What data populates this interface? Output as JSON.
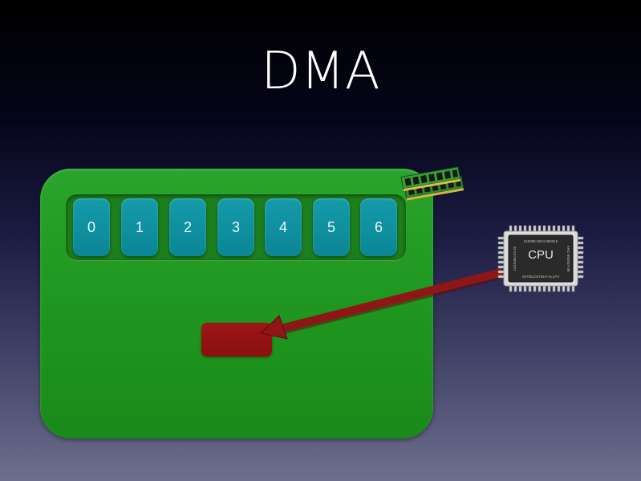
{
  "slide": {
    "title": "DMA"
  },
  "memory": {
    "cells": [
      "0",
      "1",
      "2",
      "3",
      "4",
      "5",
      "6"
    ]
  },
  "cpu": {
    "label": "CPU",
    "marking_top": "245085-0024 892915",
    "marking_bottom": "92765103754H-ALLP4",
    "marking_left": "U31046C23-32",
    "marking_right": "AHC-092847-08"
  },
  "colors": {
    "memory_block": "#1e941e",
    "cell": "#0f8f9f",
    "arrow": "#8e1616",
    "target": "#9e1616"
  }
}
